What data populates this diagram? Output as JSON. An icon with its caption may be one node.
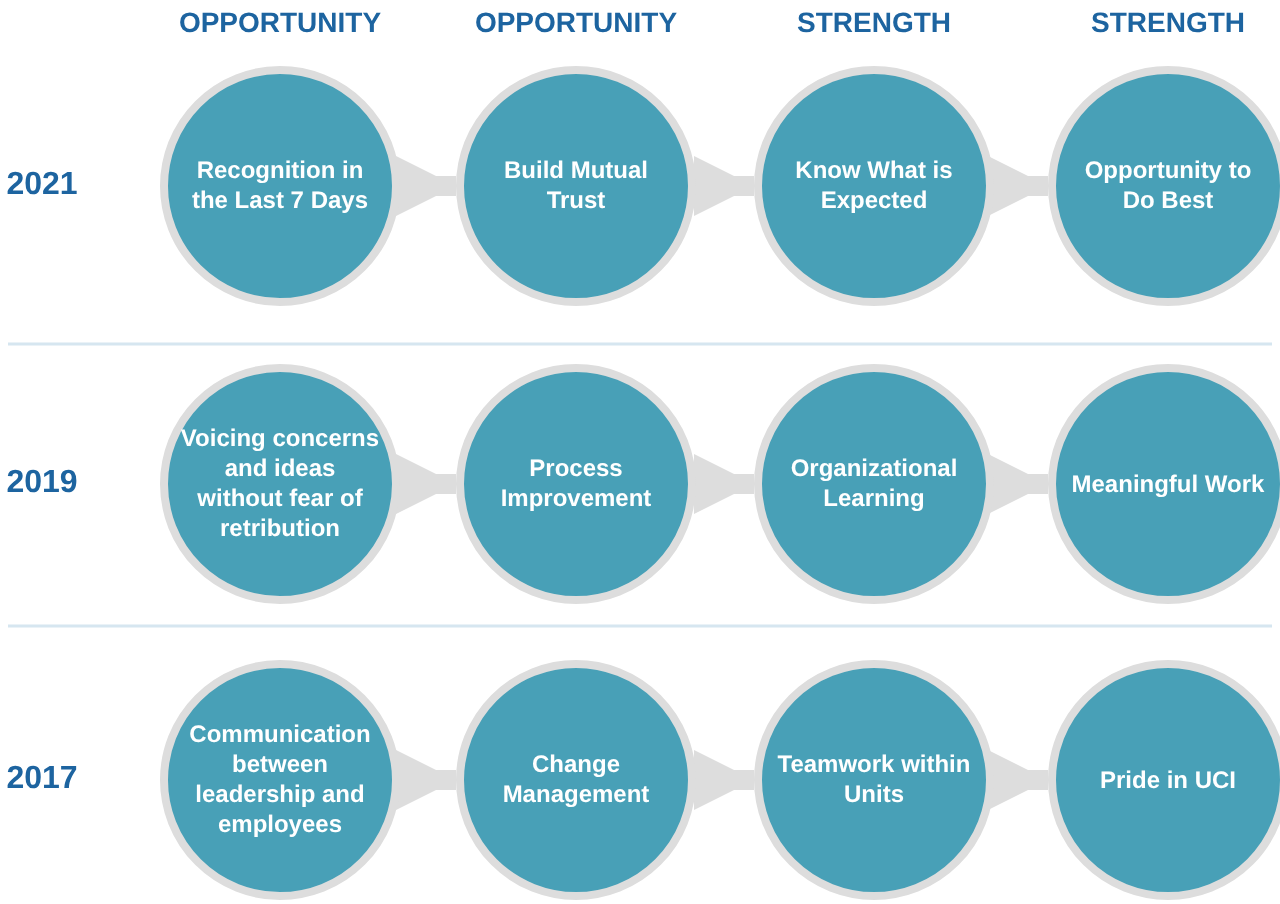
{
  "diagram": {
    "nodes": [
      {
        "text": [
          "Recognition in the Last 7 Days"
        ]
      },
      {
        "text": [
          "Build Mutual Trust"
        ]
      },
      {
        "text": [
          "Know What is Expected"
        ]
      },
      {
        "text": [
          "Opportunity to Do Best"
        ]
      },
      {
        "text": [
          "Voicing concerns and ideas without fear of retribution"
        ]
      },
      {
        "text": [
          "Process Improvement"
        ]
      },
      {
        "text": [
          "Organizational Learning"
        ]
      },
      {
        "text": [
          "Meaningful Work"
        ]
      },
      {
        "text": [
          "Communication between leadership and employees"
        ]
      },
      {
        "text": [
          "Change Management"
        ]
      },
      {
        "text": [
          "Teamwork within Units"
        ]
      },
      {
        "text": [
          "Pride in UCI"
        ]
      }
    ],
    "edges": [
      {
        "from": 0,
        "to": 1,
        "arrow": "to"
      },
      {
        "from": 1,
        "to": 2,
        "arrow": "to"
      },
      {
        "from": 2,
        "to": 3,
        "arrow": "to"
      },
      {
        "from": 4,
        "to": 5,
        "arrow": "to"
      },
      {
        "from": 5,
        "to": 6,
        "arrow": "to"
      },
      {
        "from": 6,
        "to": 7,
        "arrow": "to"
      },
      {
        "from": 8,
        "to": 9,
        "arrow": "to"
      },
      {
        "from": 9,
        "to": 10,
        "arrow": "to"
      },
      {
        "from": 10,
        "to": 11,
        "arrow": "to"
      }
    ],
    "labels": [
      "OPPORTUNITY",
      "OPPORTUNITY",
      "STRENGTH",
      "STRENGTH",
      "2021",
      "2019",
      "2017"
    ]
  }
}
